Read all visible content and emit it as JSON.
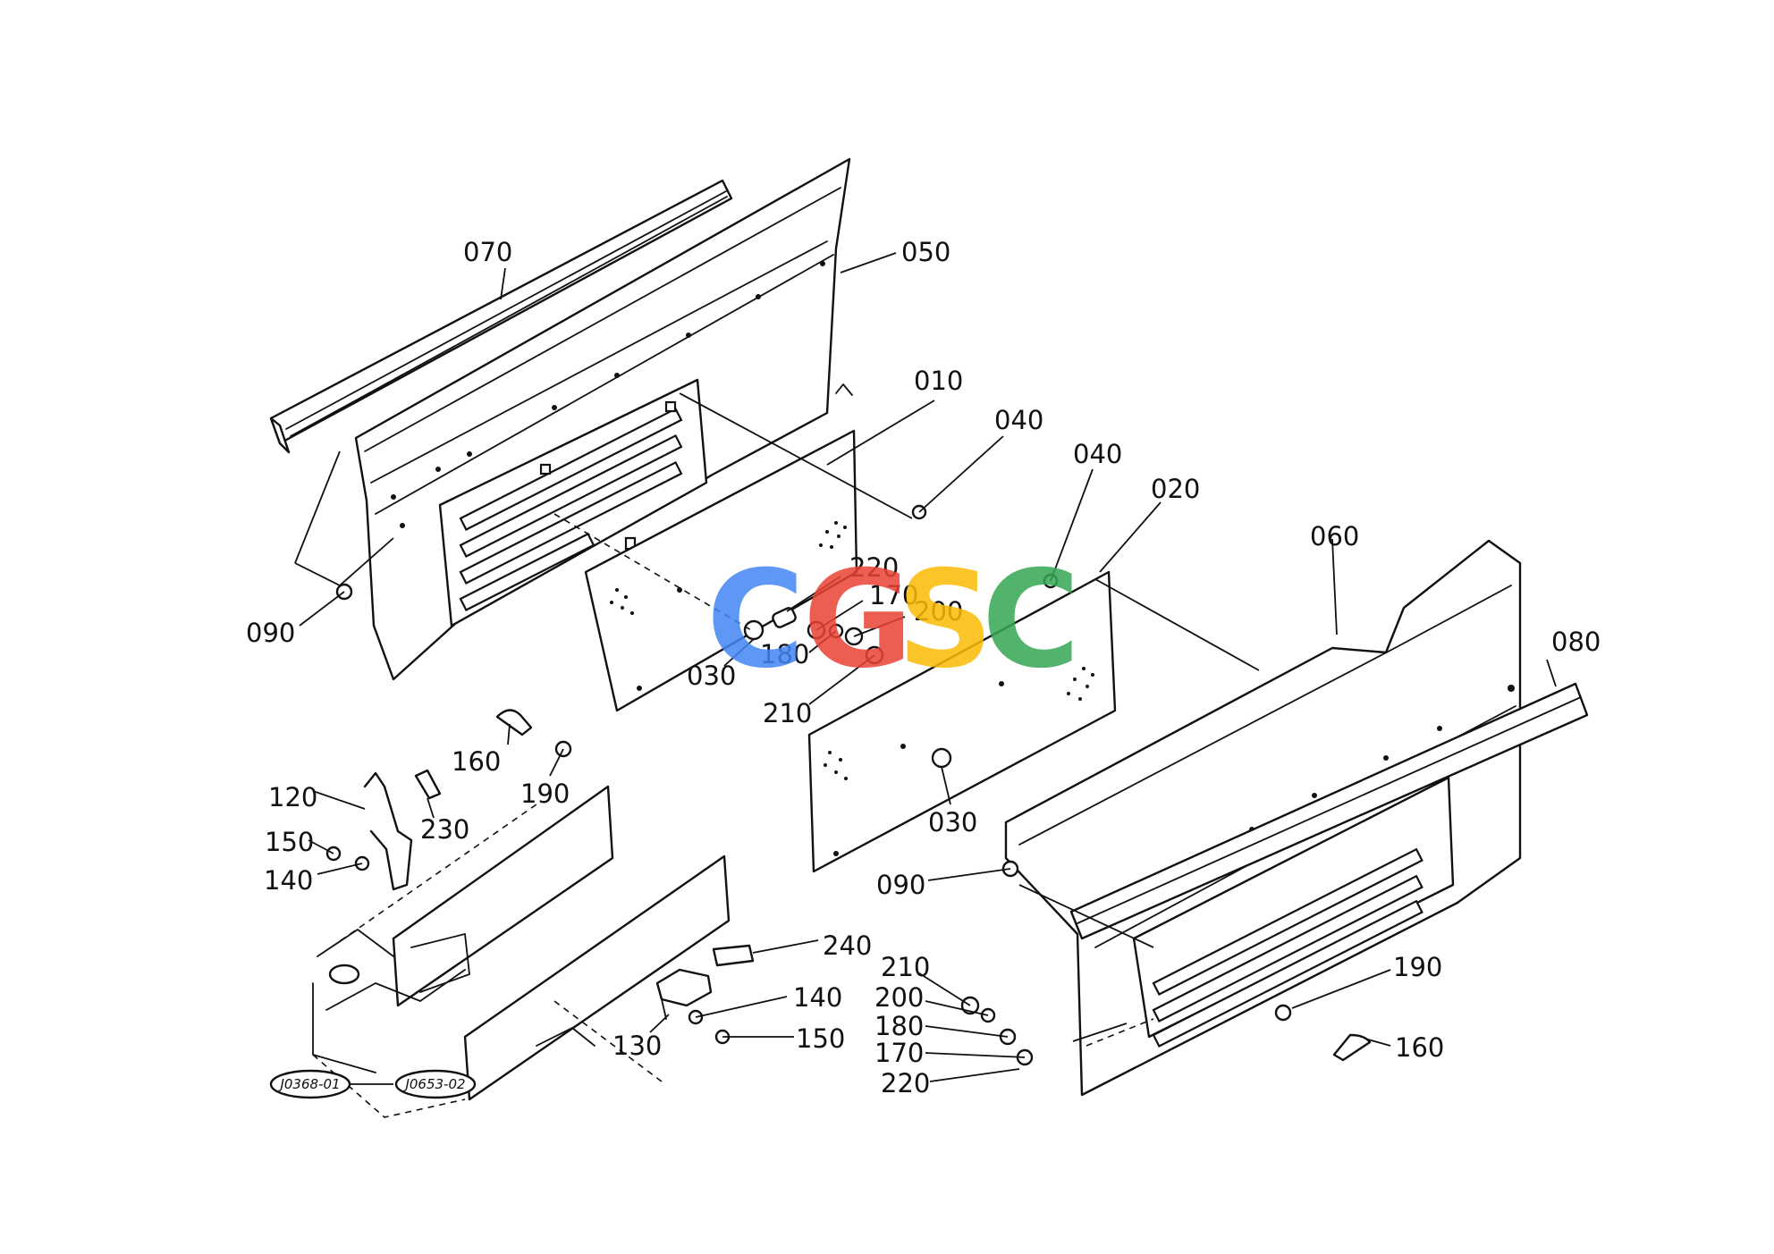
{
  "parts": {
    "p070": "070",
    "p050": "050",
    "p010": "010",
    "p040a": "040",
    "p040b": "040",
    "p020": "020",
    "p060": "060",
    "p080": "080",
    "p090a": "090",
    "p090b": "090",
    "p220a": "220",
    "p170a": "170",
    "p200a": "200",
    "p030a": "030",
    "p180a": "180",
    "p210a": "210",
    "p160a": "160",
    "p190a": "190",
    "p120": "120",
    "p230": "230",
    "p150a": "150",
    "p140a": "140",
    "p030b": "030",
    "p240": "240",
    "p140b": "140",
    "p130": "130",
    "p150b": "150",
    "p210b": "210",
    "p200b": "200",
    "p180b": "180",
    "p170b": "170",
    "p220b": "220",
    "p190b": "190",
    "p160b": "160"
  },
  "references": {
    "ref1": "J0368-01",
    "ref2": "J0653-02"
  },
  "watermark": {
    "letters": [
      "C",
      "G",
      "S",
      "C"
    ],
    "colors": [
      "#4285F4",
      "#EA4335",
      "#FBBC05",
      "#34A853"
    ]
  }
}
